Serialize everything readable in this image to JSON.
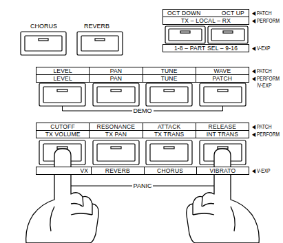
{
  "diagram": {
    "nodes": [
      {
        "text": [
          "OCT DOWN",
          "OCT UP"
        ]
      },
      {
        "text": [
          "TX – LOCAL – RX"
        ]
      },
      {
        "text": [
          "1-8 – PART SEL – 9-16"
        ]
      },
      {
        "text": [
          "LEVEL",
          "PAN",
          "TUNE",
          "WAVE"
        ]
      },
      {
        "text": [
          "LEVEL",
          "PAN",
          "TUNE",
          "PATCH"
        ]
      },
      {
        "text": [
          "CUTOFF",
          "RESONANCE",
          "ATTACK",
          "RELEASE"
        ]
      },
      {
        "text": [
          "TX VOLUME",
          "TX PAN",
          "TX TRANS",
          "INT TRANS"
        ]
      },
      {
        "text": [
          "VX",
          "REVERB",
          "CHORUS",
          "VIBRATO"
        ]
      }
    ],
    "labels": [
      "CHORUS",
      "REVERB",
      "◀ PATCH",
      "◀ PERFORM",
      "◀ V-EXP",
      "◀ PATCH",
      "◀ PERFORM",
      "/V-EXP",
      "DEMO",
      "◀ PATCH",
      "◀ PERFORM",
      "◀ V-EXP",
      "PANIC"
    ]
  }
}
